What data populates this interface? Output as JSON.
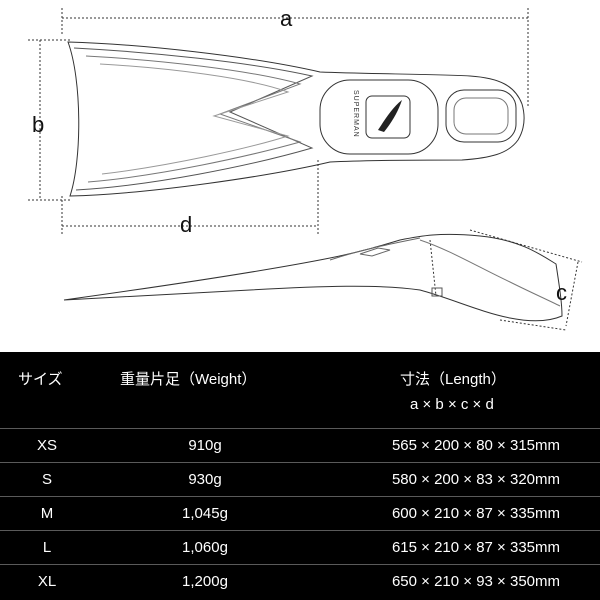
{
  "diagram": {
    "labels": {
      "a": "a",
      "b": "b",
      "c": "c",
      "d": "d"
    },
    "fin_logo_text": "SUPERMAN"
  },
  "table": {
    "headers": {
      "size": "サイズ",
      "weight": "重量片足（Weight）",
      "dims": "寸法（Length）",
      "dims_sub": "a × b × c × d"
    },
    "rows": [
      {
        "size": "XS",
        "weight": "910g",
        "dims": "565 × 200 × 80 × 315mm"
      },
      {
        "size": "S",
        "weight": "930g",
        "dims": "580 × 200 × 83 × 320mm"
      },
      {
        "size": "M",
        "weight": "1,045g",
        "dims": "600 × 210 × 87 × 335mm"
      },
      {
        "size": "L",
        "weight": "1,060g",
        "dims": "615 × 210 × 87 × 335mm"
      },
      {
        "size": "XL",
        "weight": "1,200g",
        "dims": "650 × 210 × 93 × 350mm"
      }
    ]
  }
}
